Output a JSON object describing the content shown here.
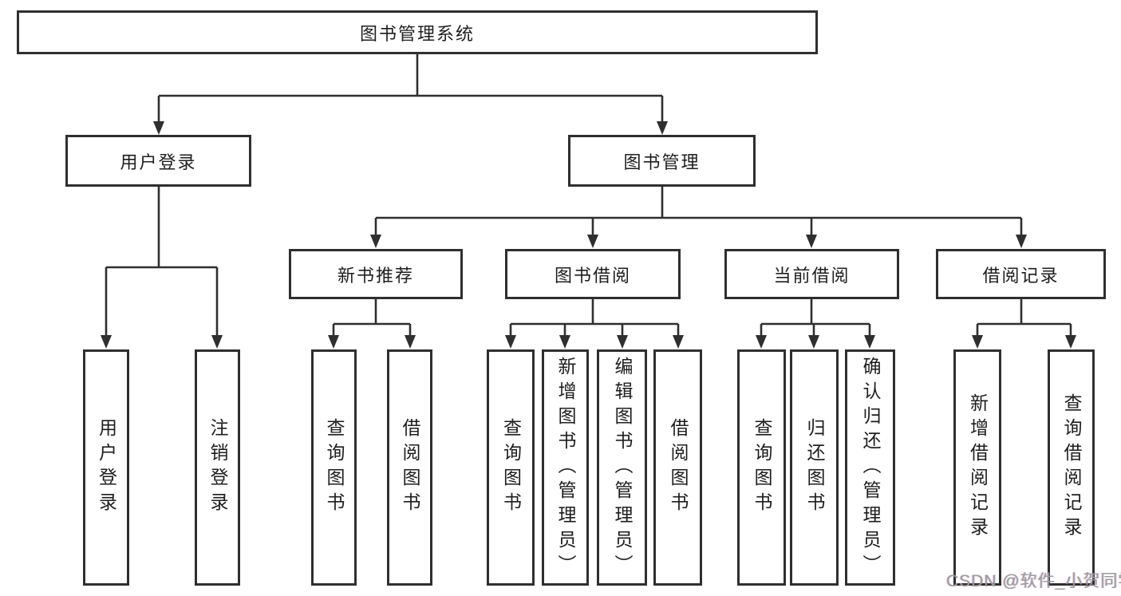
{
  "diagram": {
    "root": "图书管理系统",
    "level2": [
      "用户登录",
      "图书管理"
    ],
    "level3": [
      "新书推荐",
      "图书借阅",
      "当前借阅",
      "借阅记录"
    ],
    "leaves": [
      "用户登录",
      "注销登录",
      "查询图书",
      "借阅图书",
      "查询图书",
      "新增图书（管理员）",
      "编辑图书（管理员）",
      "借阅图书",
      "查询图书",
      "归还图书",
      "确认归还（管理员）",
      "新增借阅记录",
      "查询借阅记录"
    ]
  },
  "watermark": "CSDN @软件_小贺同学",
  "colors": {
    "line": "#2f2f2f",
    "box_border": "#2f2f2f",
    "text": "#1e1e1e",
    "watermark": "#9b9b9b",
    "background": "#ffffff"
  }
}
